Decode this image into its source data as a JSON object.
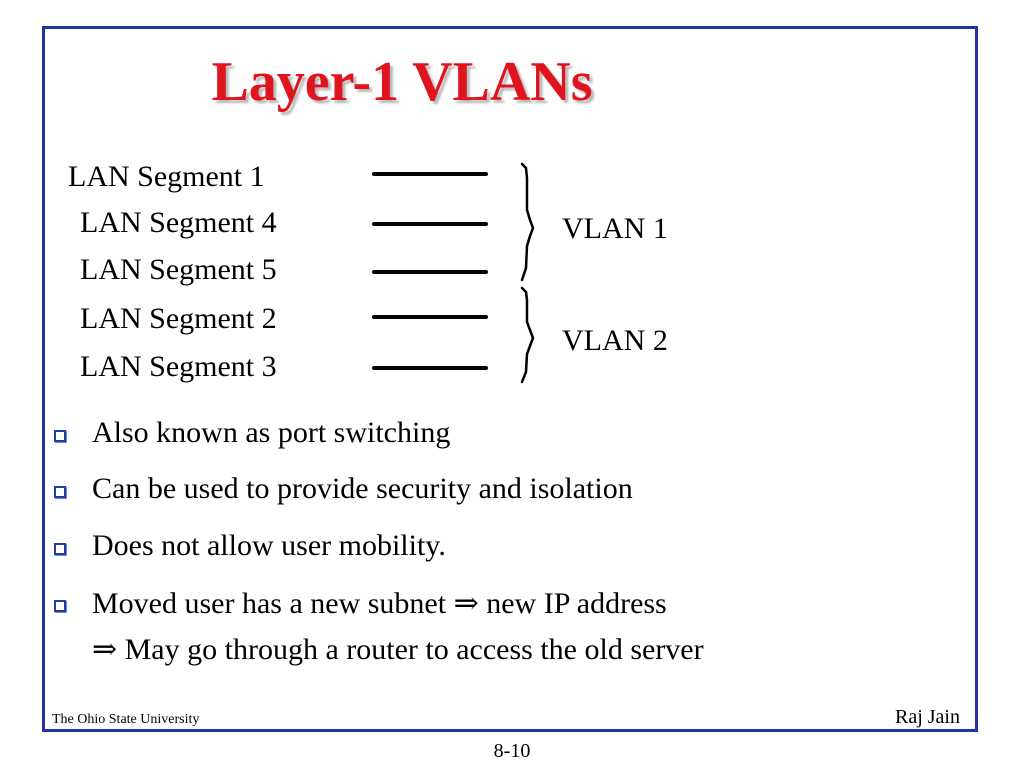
{
  "slide": {
    "title": "Layer-1 VLANs",
    "segments": [
      {
        "label": "LAN Segment 1"
      },
      {
        "label": "LAN Segment 4"
      },
      {
        "label": "LAN Segment 5"
      },
      {
        "label": "LAN Segment 2"
      },
      {
        "label": "LAN Segment 3"
      }
    ],
    "vlans": [
      {
        "label": "VLAN 1"
      },
      {
        "label": "VLAN 2"
      }
    ],
    "bullets": [
      {
        "text": "Also known as port switching"
      },
      {
        "text": "Can be used to provide security and isolation"
      },
      {
        "text": "Does not allow user mobility."
      },
      {
        "text": "Moved user has a new subnet ⇒ new IP address"
      }
    ],
    "continuation": "⇒ May go through a router to access the old server",
    "footer_left": "The Ohio State University",
    "footer_right": "Raj Jain",
    "page_number": "8-10"
  },
  "colors": {
    "title": "#e0141e",
    "frame": "#2233aa",
    "bullet": "#1f3da8"
  }
}
